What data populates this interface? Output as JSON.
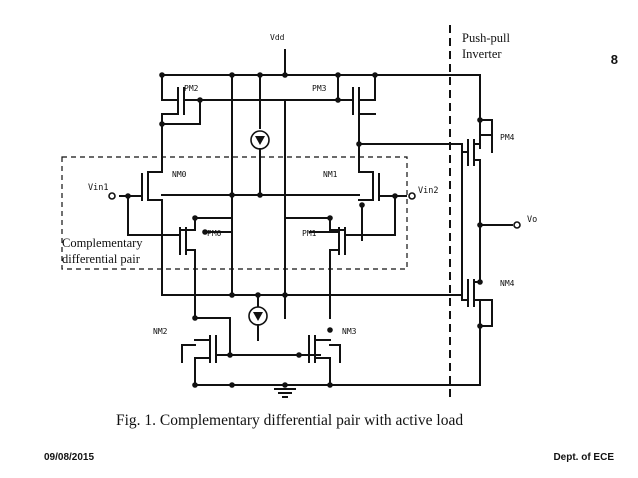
{
  "slide": {
    "page_number": "8",
    "footer_left": "09/08/2015",
    "footer_right": "Dept. of  ECE"
  },
  "figure": {
    "caption": "Fig. 1. Complementary differential pair with active load",
    "supply_label": "Vdd",
    "block_label_left_line1": "Complementary",
    "block_label_left_line2": "differential pair",
    "block_label_right_line1": "Push-pull",
    "block_label_right_line2": "Inverter",
    "transistors": {
      "pm2": "PM2",
      "pm3": "PM3",
      "nm0": "NM0",
      "nm1": "NM1",
      "pm0": "PM0",
      "pm1": "PM1",
      "pm4": "PM4",
      "nm4": "NM4",
      "nm2": "NM2",
      "nm3": "NM3"
    },
    "ports": {
      "vin1": "Vin1",
      "vin2": "Vin2",
      "vo": "Vo"
    }
  }
}
